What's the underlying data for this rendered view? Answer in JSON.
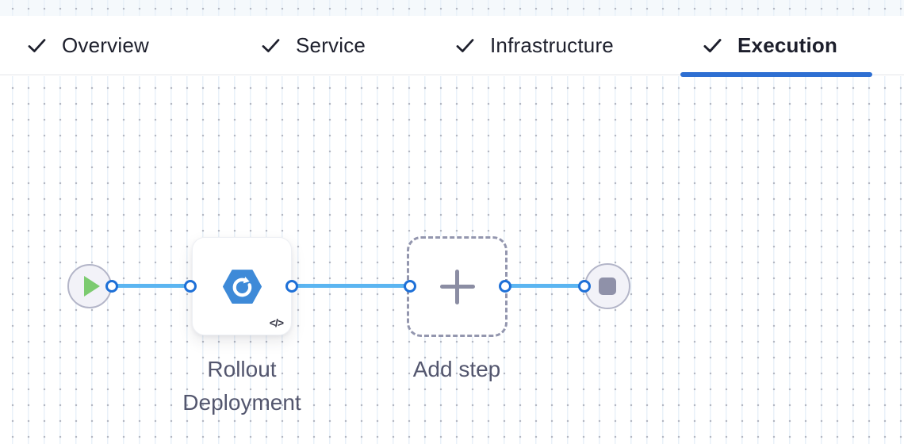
{
  "app": {
    "screen": "pipeline-stage-editor"
  },
  "tabbar": {
    "items": [
      {
        "label": "Overview",
        "status": "completed",
        "active": false
      },
      {
        "label": "Service",
        "status": "completed",
        "active": false
      },
      {
        "label": "Infrastructure",
        "status": "completed",
        "active": false
      },
      {
        "label": "Execution",
        "status": "completed",
        "active": true
      }
    ],
    "active_tab": "Execution"
  },
  "pipeline": {
    "start_node": {
      "icon": "play-icon"
    },
    "steps": [
      {
        "label": "Rollout Deployment",
        "icon": "k8s-rollout-deployment-icon",
        "badge": "</>",
        "type": "step"
      },
      {
        "label": "Add step",
        "icon": "plus-icon",
        "type": "add-step-placeholder"
      }
    ],
    "end_node": {
      "icon": "stop-icon"
    }
  },
  "colors": {
    "accent-blue": "#2e6fd2",
    "edge-blue": "#5bb5f1",
    "port-ring": "#1e70d7",
    "hexagon-blue": "#3e8ad8",
    "play-green": "#7ccb70",
    "node-gray": "#8f91a9",
    "label-text": "#53566e",
    "tab-text": "#1d1f2c",
    "dot": "#b4b8c3",
    "vline": "#e9f1f9"
  }
}
